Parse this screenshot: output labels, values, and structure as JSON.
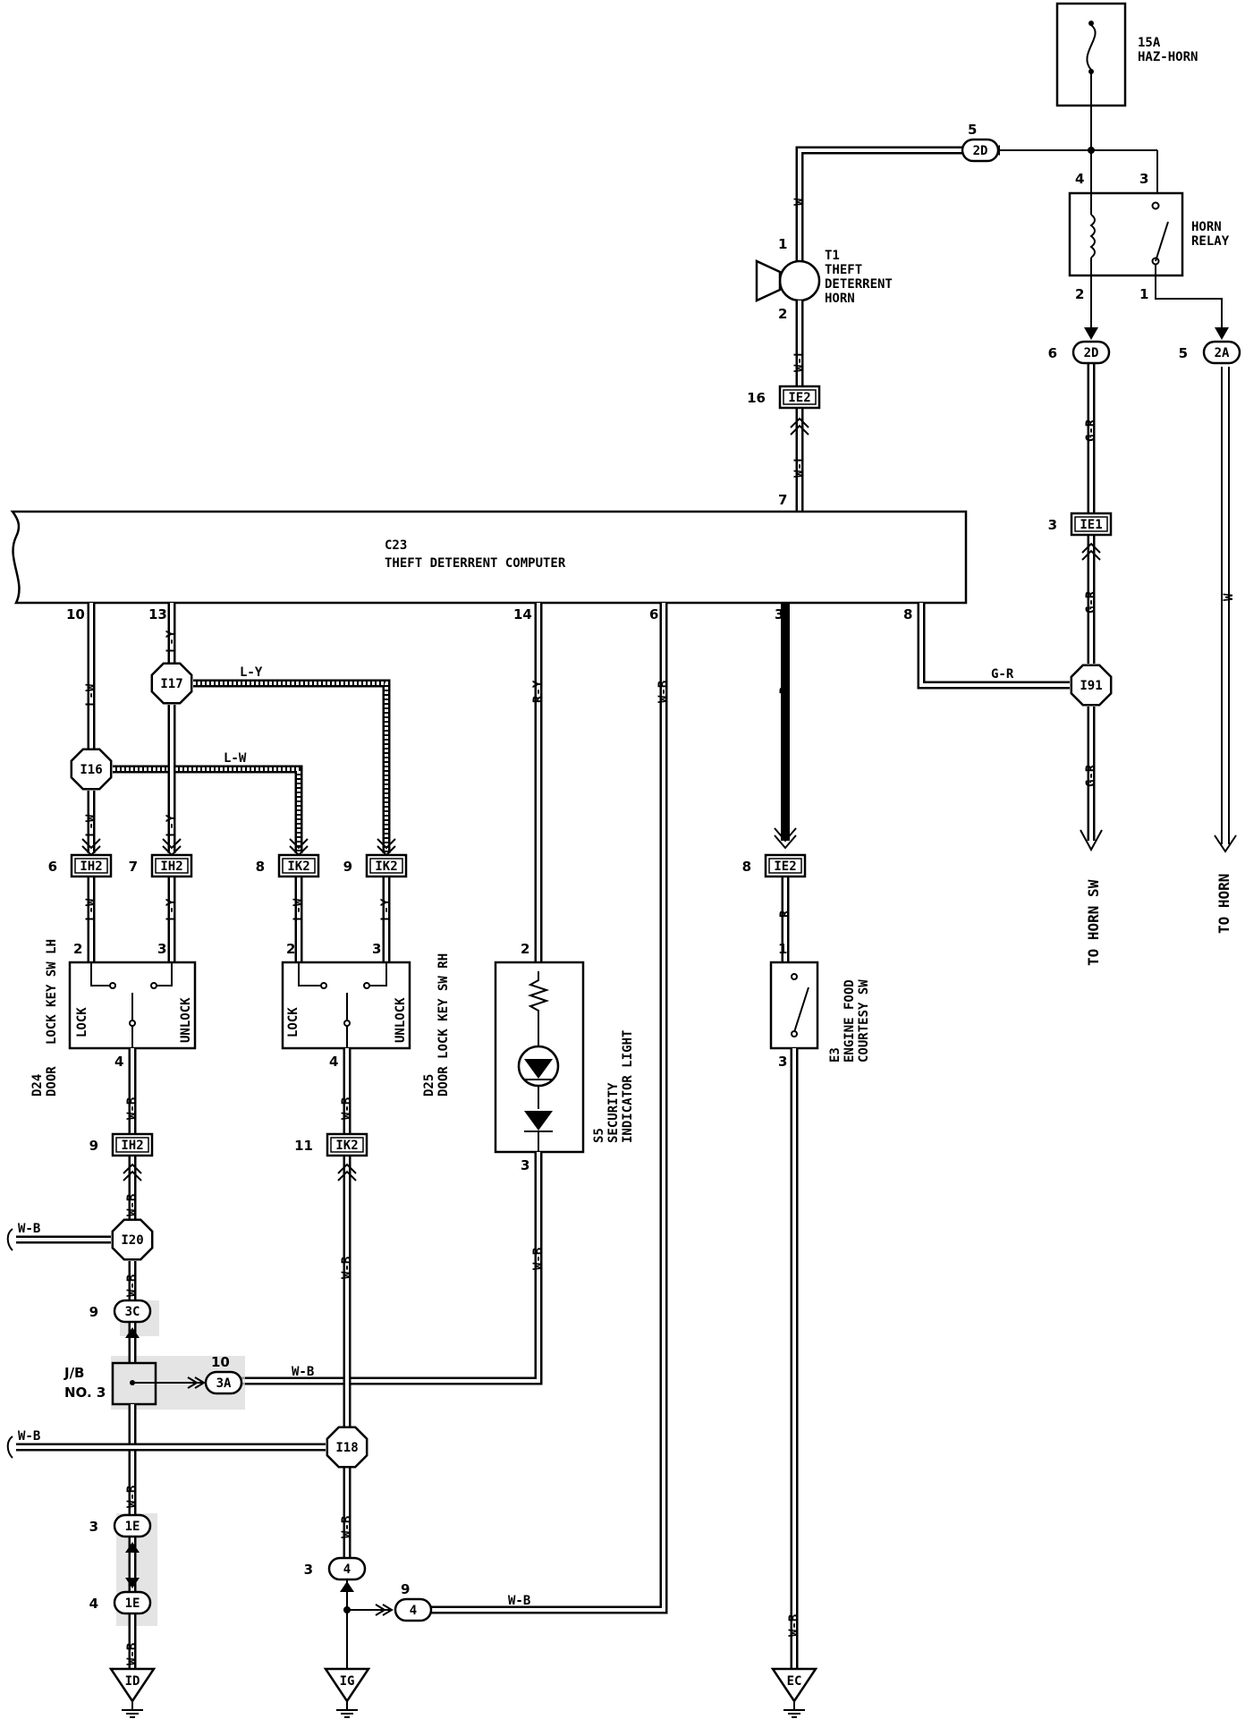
{
  "computer": {
    "code": "C23",
    "name": "THEFT DETERRENT COMPUTER"
  },
  "fuse": {
    "rating": "15A",
    "name": "HAZ-HORN"
  },
  "horn_relay": {
    "name_line1": "HORN",
    "name_line2": "RELAY",
    "pins": [
      "4",
      "3",
      "2",
      "1"
    ]
  },
  "theft_horn": {
    "code": "T1",
    "line1": "THEFT",
    "line2": "DETERRENT",
    "line3": "HORN",
    "pin_top": "1",
    "pin_bottom": "2"
  },
  "lock_lh": {
    "code": "D24",
    "line1": "DOOR",
    "line2": "LOCK KEY SW LH",
    "lock": "LOCK",
    "unlock": "UNLOCK",
    "pins": [
      "2",
      "3",
      "4"
    ]
  },
  "lock_rh": {
    "code": "D25",
    "line1": "DOOR LOCK KEY SW RH",
    "lock": "LOCK",
    "unlock": "UNLOCK",
    "pins": [
      "2",
      "3",
      "4"
    ]
  },
  "security_light": {
    "code": "S5",
    "line1": "SECURITY",
    "line2": "INDICATOR LIGHT",
    "pins": [
      "2",
      "3"
    ]
  },
  "hood_sw": {
    "code": "E3",
    "line1": "ENGINE FOOD",
    "line2": "COURTESY SW",
    "pins": [
      "1",
      "3"
    ]
  },
  "jb": {
    "line1": "J/B",
    "line2": "NO. 3"
  },
  "computer_pins": [
    "10",
    "13",
    "14",
    "6",
    "3",
    "8",
    "7"
  ],
  "junctions": [
    "I16",
    "I17",
    "I20",
    "I18",
    "I91"
  ],
  "connectors": {
    "ih2_6": {
      "pin": "6",
      "label": "IH2"
    },
    "ih2_7": {
      "pin": "7",
      "label": "IH2"
    },
    "ik2_8": {
      "pin": "8",
      "label": "IK2"
    },
    "ik2_9": {
      "pin": "9",
      "label": "IK2"
    },
    "ih2_9": {
      "pin": "9",
      "label": "IH2"
    },
    "ik2_11": {
      "pin": "11",
      "label": "IK2"
    },
    "ie2_16": {
      "pin": "16",
      "label": "IE2"
    },
    "ie2_8": {
      "pin": "8",
      "label": "IE2"
    },
    "ie1_3": {
      "pin": "3",
      "label": "IE1"
    },
    "c2d_5": {
      "pin": "5",
      "label": "2D"
    },
    "c2d_6": {
      "pin": "6",
      "label": "2D"
    },
    "c2a_5": {
      "pin": "5",
      "label": "2A"
    },
    "c3c_9": {
      "pin": "9",
      "label": "3C"
    },
    "c3a_10": {
      "pin": "10",
      "label": "3A"
    },
    "c1e_3": {
      "pin": "3",
      "label": "1E"
    },
    "c1e_4": {
      "pin": "4",
      "label": "1E"
    },
    "c4_3": {
      "pin": "3",
      "label": "4"
    },
    "c4_9": {
      "pin": "9",
      "label": "4"
    }
  },
  "wire_colors": {
    "lw": "L-W",
    "ly": "L-Y",
    "ry": "R-Y",
    "wb": "W-B",
    "r": "R",
    "gr": "G-R",
    "w": "W",
    "wl": "W-L"
  },
  "grounds": [
    "ID",
    "IG",
    "EC"
  ],
  "destinations": {
    "horn_sw": "TO HORN SW",
    "horn": "TO HORN"
  }
}
